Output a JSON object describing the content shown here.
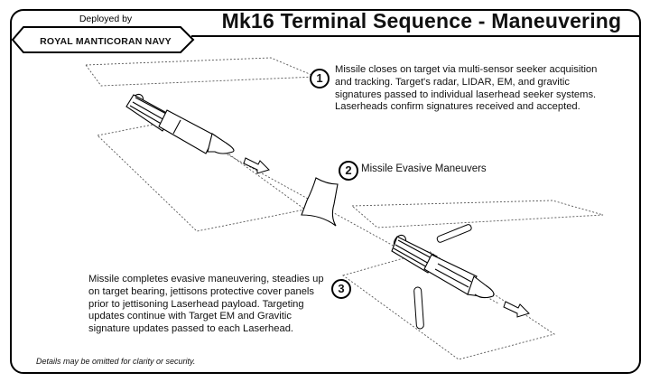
{
  "header": {
    "deployed_by": "Deployed by",
    "organization": "ROYAL MANTICORAN NAVY",
    "title": "Mk16 Terminal Sequence - Maneuvering"
  },
  "steps": [
    {
      "number": "1",
      "text": "Missile closes on target via multi-sensor seeker acquisition and tracking. Target's radar, LIDAR, EM, and gravitic signatures passed to individual laserhead seeker systems. Laserheads confirm signatures received and accepted."
    },
    {
      "number": "2",
      "text": "Missile Evasive Maneuvers"
    },
    {
      "number": "3",
      "text": "Missile completes evasive maneuvering, steadies up on target bearing, jettisons protective cover panels prior to jettisoning Laserhead payload. Targeting updates continue with Target EM and Gravitic signature updates passed to each Laserhead."
    }
  ],
  "footnote": "Details may be omitted for clarity or security."
}
